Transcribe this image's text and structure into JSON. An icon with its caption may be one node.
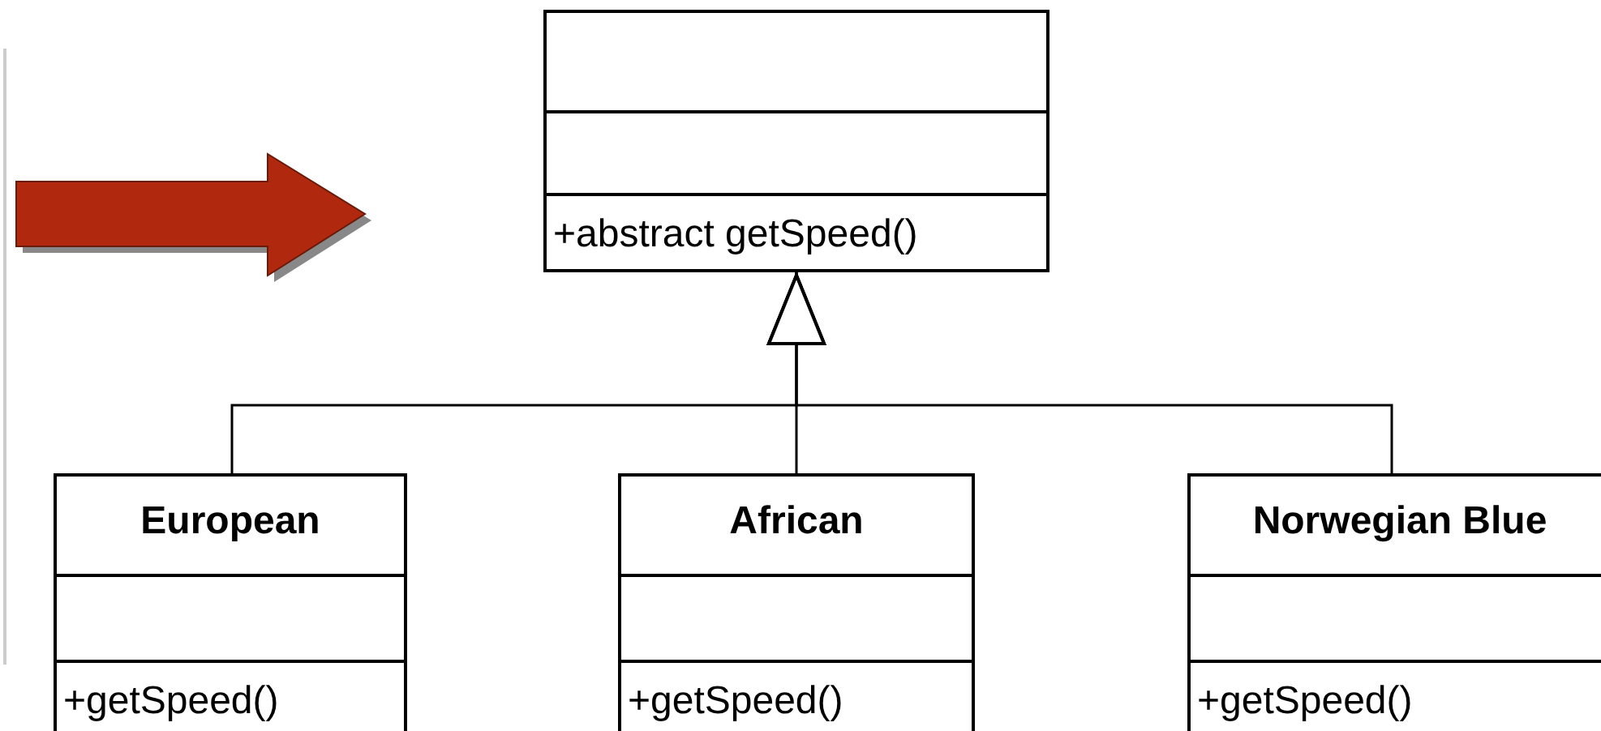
{
  "diagram": {
    "nodes": [
      {
        "text": [
          "+abstract getSpeed()"
        ]
      },
      {
        "text": [
          "European",
          "+getSpeed()"
        ]
      },
      {
        "text": [
          "African",
          "+getSpeed()"
        ]
      },
      {
        "text": [
          "Norwegian Blue",
          "+getSpeed()"
        ]
      }
    ],
    "edges": [
      {
        "from": 1,
        "to": 0,
        "arrow": "to"
      },
      {
        "from": 2,
        "to": 0,
        "arrow": "to"
      },
      {
        "from": 3,
        "to": 0,
        "arrow": "to"
      }
    ]
  }
}
